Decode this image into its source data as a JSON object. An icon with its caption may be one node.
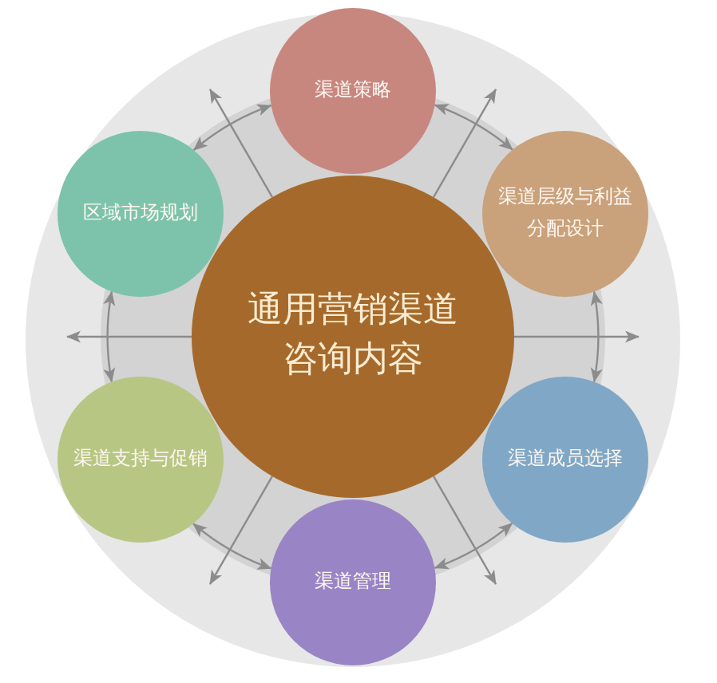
{
  "diagram": {
    "nodes": [
      {
        "text": [
          "通用营销渠道咨询内容"
        ]
      },
      {
        "text": [
          "渠道策略"
        ]
      },
      {
        "text": [
          "渠道层级与利益分配设计"
        ]
      },
      {
        "text": [
          "渠道成员选择"
        ]
      },
      {
        "text": [
          "渠道管理"
        ]
      },
      {
        "text": [
          "渠道支持与促销"
        ]
      },
      {
        "text": [
          "区域市场规划"
        ]
      }
    ],
    "edges": [
      {
        "from": 1,
        "to": 2,
        "arrow": "both"
      },
      {
        "from": 2,
        "to": 3,
        "arrow": "both"
      },
      {
        "from": 3,
        "to": 4,
        "arrow": "both"
      },
      {
        "from": 4,
        "to": 5,
        "arrow": "both"
      },
      {
        "from": 5,
        "to": 6,
        "arrow": "both"
      },
      {
        "from": 6,
        "to": 1,
        "arrow": "both"
      },
      {
        "from": 0,
        "to": null,
        "arrow": "to"
      },
      {
        "from": 0,
        "to": null,
        "arrow": "to"
      },
      {
        "from": 0,
        "to": null,
        "arrow": "to"
      },
      {
        "from": 0,
        "to": null,
        "arrow": "to"
      },
      {
        "from": 0,
        "to": null,
        "arrow": "to"
      },
      {
        "from": 0,
        "to": null,
        "arrow": "to"
      }
    ]
  }
}
